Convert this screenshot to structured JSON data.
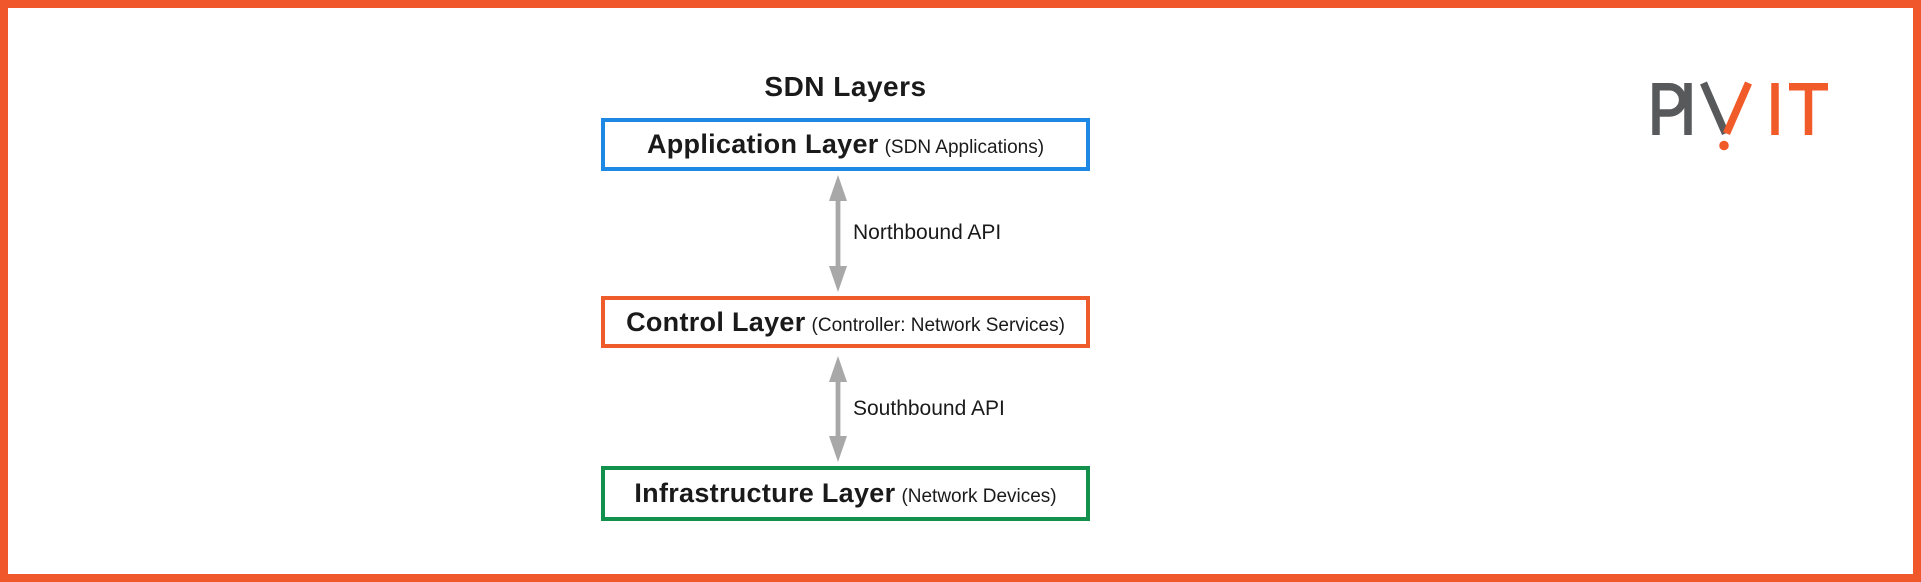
{
  "title": "SDN Layers",
  "layers": [
    {
      "name": "Application Layer",
      "detail": "(SDN Applications)",
      "border_color": "#1E88E5"
    },
    {
      "name": "Control Layer",
      "detail": "(Controller: Network Services)",
      "border_color": "#EE5C2B"
    },
    {
      "name": "Infrastructure Layer",
      "detail": "(Network Devices)",
      "border_color": "#12914C"
    }
  ],
  "connections": [
    {
      "label": "Northbound API"
    },
    {
      "label": "Southbound API"
    }
  ],
  "arrow_color": "#A8A8A8",
  "frame": {
    "border_color": "#F0582B"
  },
  "logo": {
    "text": "PIVIT",
    "gray": "#58595B",
    "orange": "#F15A29"
  }
}
